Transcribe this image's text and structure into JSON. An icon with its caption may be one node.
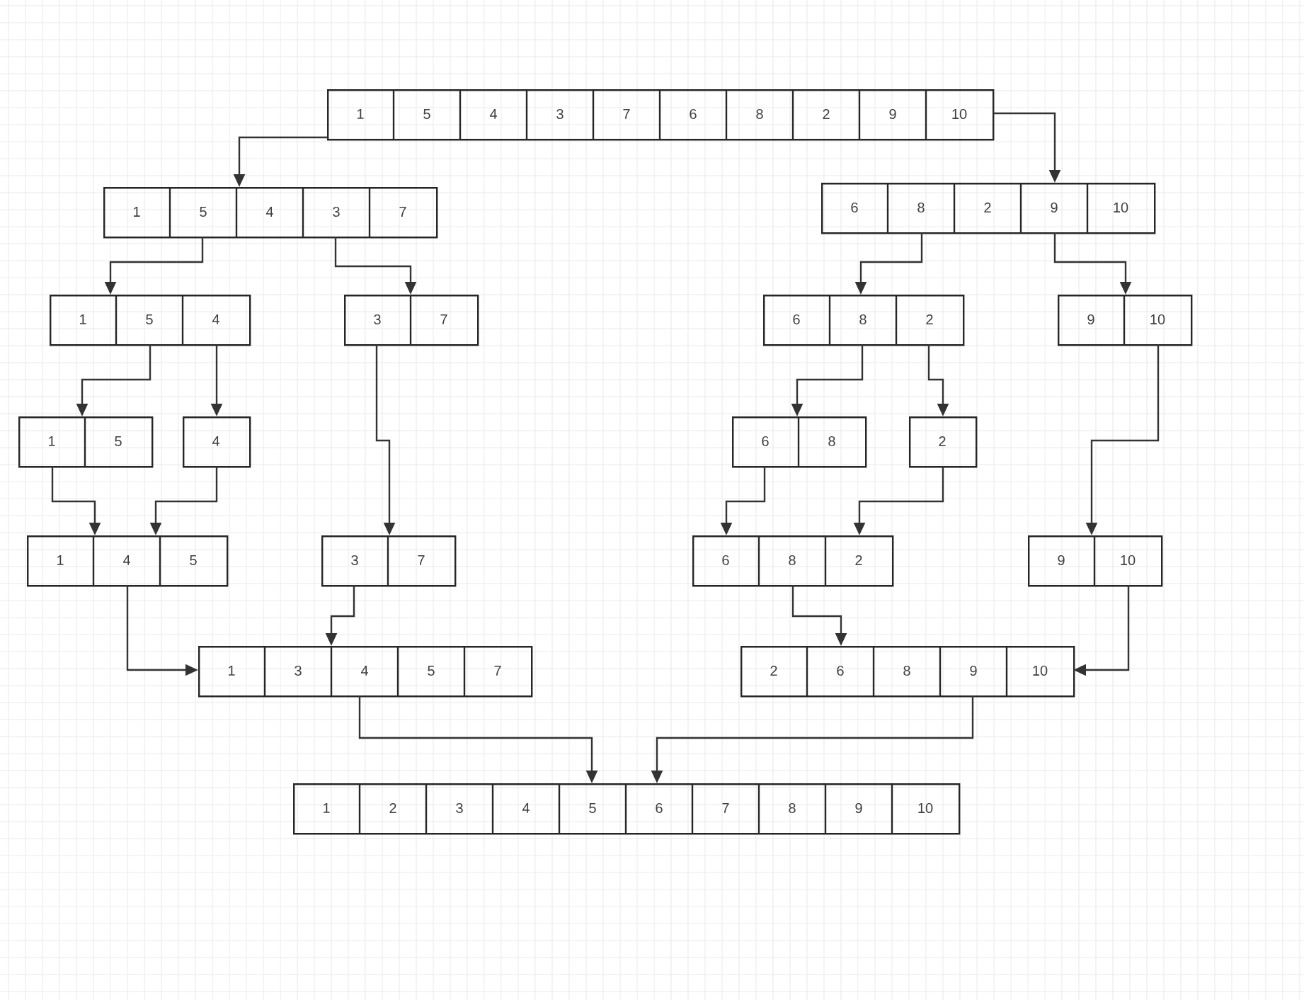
{
  "diagram": {
    "nodes": [
      {
        "text": [
          "1",
          "5",
          "4",
          "3",
          "7",
          "6",
          "8",
          "2",
          "9",
          "10"
        ]
      },
      {
        "text": [
          "1",
          "5",
          "4",
          "3",
          "7"
        ]
      },
      {
        "text": [
          "6",
          "8",
          "2",
          "9",
          "10"
        ]
      },
      {
        "text": [
          "1",
          "5",
          "4"
        ]
      },
      {
        "text": [
          "3",
          "7"
        ]
      },
      {
        "text": [
          "6",
          "8",
          "2"
        ]
      },
      {
        "text": [
          "9",
          "10"
        ]
      },
      {
        "text": [
          "1",
          "5"
        ]
      },
      {
        "text": [
          "4"
        ]
      },
      {
        "text": [
          "6",
          "8"
        ]
      },
      {
        "text": [
          "2"
        ]
      },
      {
        "text": [
          "1",
          "4",
          "5"
        ]
      },
      {
        "text": [
          "3",
          "7"
        ]
      },
      {
        "text": [
          "6",
          "8",
          "2"
        ]
      },
      {
        "text": [
          "9",
          "10"
        ]
      },
      {
        "text": [
          "1",
          "3",
          "4",
          "5",
          "7"
        ]
      },
      {
        "text": [
          "2",
          "6",
          "8",
          "9",
          "10"
        ]
      },
      {
        "text": [
          "1",
          "2",
          "3",
          "4",
          "5",
          "6",
          "7",
          "8",
          "9",
          "10"
        ]
      }
    ],
    "edges": [
      {
        "from": 0,
        "to": 1,
        "arrow": "to"
      },
      {
        "from": 0,
        "to": 2,
        "arrow": "to"
      },
      {
        "from": 1,
        "to": 3,
        "arrow": "to"
      },
      {
        "from": 1,
        "to": 4,
        "arrow": "to"
      },
      {
        "from": 2,
        "to": 5,
        "arrow": "to"
      },
      {
        "from": 2,
        "to": 6,
        "arrow": "to"
      },
      {
        "from": 3,
        "to": 7,
        "arrow": "to"
      },
      {
        "from": 3,
        "to": 8,
        "arrow": "to"
      },
      {
        "from": 5,
        "to": 9,
        "arrow": "to"
      },
      {
        "from": 5,
        "to": 10,
        "arrow": "to"
      },
      {
        "from": 7,
        "to": 11,
        "arrow": "to"
      },
      {
        "from": 8,
        "to": 11,
        "arrow": "to"
      },
      {
        "from": 4,
        "to": 12,
        "arrow": "to"
      },
      {
        "from": 9,
        "to": 13,
        "arrow": "to"
      },
      {
        "from": 10,
        "to": 13,
        "arrow": "to"
      },
      {
        "from": 6,
        "to": 14,
        "arrow": "to"
      },
      {
        "from": 11,
        "to": 15,
        "arrow": "to"
      },
      {
        "from": 12,
        "to": 15,
        "arrow": "to"
      },
      {
        "from": 13,
        "to": 16,
        "arrow": "to"
      },
      {
        "from": 14,
        "to": 16,
        "arrow": "to"
      },
      {
        "from": 15,
        "to": 17,
        "arrow": "to"
      },
      {
        "from": 16,
        "to": 17,
        "arrow": "to"
      }
    ]
  }
}
